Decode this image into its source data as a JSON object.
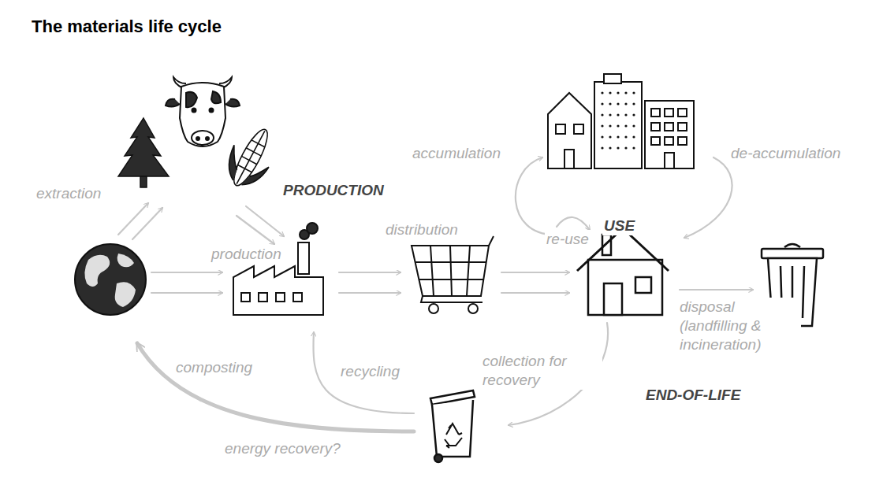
{
  "diagram": {
    "title": "The materials life cycle",
    "labels": [
      "extraction",
      "PRODUCTION",
      "production",
      "distribution",
      "accumulation",
      "de-accumulation",
      "re-use",
      "USE",
      "disposal (landfilling & incineration)",
      "collection for recovery",
      "composting",
      "recycling",
      "END-OF-LIFE",
      "energy recovery?"
    ]
  }
}
